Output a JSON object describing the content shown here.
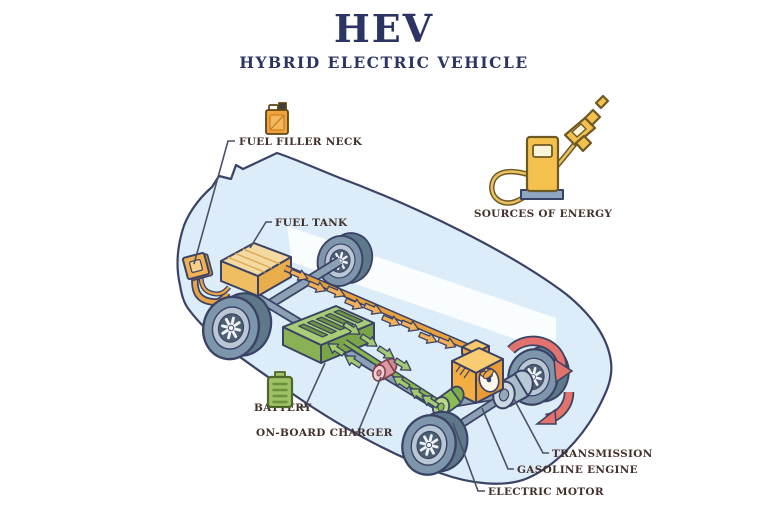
{
  "title": {
    "acronym": "HEV",
    "subtitle": "HYBRID ELECTRIC VEHICLE"
  },
  "legend": {
    "fuel_filler_neck": "FUEL FILLER NECK",
    "fuel_tank": "FUEL TANK",
    "sources_of_energy": "SOURCES OF ENERGY",
    "battery": "BATTERY",
    "on_board_charger": "ON-BOARD CHARGER",
    "transmission": "TRANSMISSION",
    "gasoline_engine": "GASOLINE ENGINE",
    "electric_motor": "ELECTRIC MOTOR"
  },
  "icons": {
    "fuel_canister": "jerry-can-icon",
    "fuel_pump": "fuel-pump-nozzle-icon",
    "battery": "battery-icon"
  },
  "colors": {
    "title_navy": "#2c3463",
    "outline_navy": "#3a4266",
    "label_brown": "#43302a",
    "body_blue": "#dcedf9",
    "tank_orange": "#efbe62",
    "battery_green": "#8ab254",
    "charger_pink": "#dd9aa5",
    "motor_green": "#8cbd54",
    "engine_orange": "#f3ae42",
    "transmission_gray": "#a9bcca",
    "arrow_orange": "#f3b05a",
    "arrow_green": "#a4ca70",
    "arrow_red": "#e2726b",
    "pump_yellow": "#f4c14f"
  }
}
